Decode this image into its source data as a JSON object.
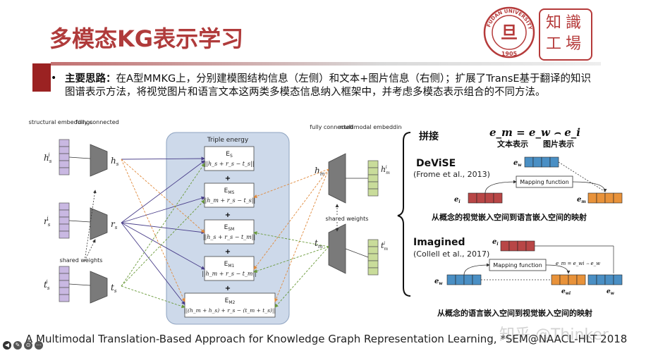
{
  "slide": {
    "title": "多模态KG表示学习",
    "bullet_label": "主要思路：",
    "bullet_body": "在A型MMKG上，分别建模图结构信息（左侧）和文本+图片信息（右侧）；扩展了TransE基于翻译的知识图谱表示方法，将视觉图片和语言文本这两类多模态信息纳入框架中，并考虑多模态表示组合的不同方法。",
    "logo_university_text": "FUDAN UNIVERSITY",
    "logo_year": "1905",
    "logo_char": "旦",
    "logo2_line1": "知識",
    "logo2_line2": "工場",
    "footer": "A Multimodal Translation-Based Approach for Knowledge Graph Representation Learning, *SEM@NAACL-HLT 2018",
    "watermark": "知乎 @Thinker"
  },
  "left_diagram": {
    "structural_embeddings": "structural embeddings",
    "fully_connected": "fully connected",
    "h_in": "h",
    "r_in": "r",
    "t_in": "t",
    "h_out": "h",
    "r_out": "r",
    "t_out": "t",
    "shared_weights": "shared weights",
    "triple_energy": "Triple energy",
    "energies": [
      {
        "name": "E",
        "sub": "S",
        "formula": "||h_s + r_s − t_s||"
      },
      {
        "name": "E",
        "sub": "MS",
        "formula": "||h_m + r_s − t_s||"
      },
      {
        "name": "E",
        "sub": "SM",
        "formula": "||h_s + r_s − t_m||"
      },
      {
        "name": "E",
        "sub": "M1",
        "formula": "||h_m + r_s − t_m||"
      },
      {
        "name": "E",
        "sub": "M2",
        "formula": "||(h_m + h_s) + r_s − (t_m + t_s)||"
      }
    ],
    "plus": "+",
    "right_fully_connected": "fully connected",
    "multimodal_embeddings": "multimodal embeddings",
    "h_m": "h",
    "t_m": "t",
    "right_shared_weights": "shared weights"
  },
  "right_panel": {
    "concat_label": "拼接",
    "concat_formula": "e_m = e_w ⌢ e_i",
    "text_repr": "文本表示",
    "image_repr": "图片表示",
    "devise_title": "DeViSE",
    "devise_cite": "(Frome et al., 2013)",
    "devise_ew": "e",
    "devise_ei": "e",
    "devise_em": "e",
    "mapping_function": "Mapping function",
    "devise_caption": "从概念的视觉嵌入空间到语言嵌入空间的映射",
    "imagined_title": "Imagined",
    "imagined_cite": "(Collell et al., 2017)",
    "imagined_ei": "e",
    "imagined_ew": "e",
    "imagined_formula": "e_m = e_wi ⌢ e_w",
    "imagined_ewi": "e",
    "imagined_ew2": "e",
    "imagined_caption": "从概念的语言嵌入空间到视觉嵌入空间的映射"
  },
  "colors": {
    "title": "#b03b3b",
    "brand_red": "#9b2222",
    "blue_cell": "#4a8fc4",
    "red_cell": "#b84646",
    "orange_cell": "#e8923a",
    "purple_cell": "#b9a5d6",
    "green_cell": "#c9dc9a",
    "energy_panel": "#cdd9ea"
  }
}
